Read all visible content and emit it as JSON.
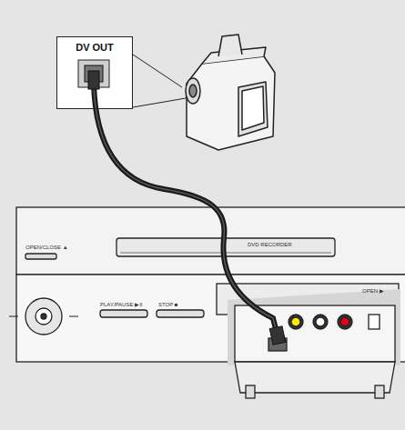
{
  "diagram": {
    "nodes": [
      {
        "text": [
          "DV OUT"
        ]
      }
    ],
    "labels": [
      "OPEN/CLOSE ▲",
      "DVD RECORDER",
      "PLAY/PAUSE ▶II",
      "STOP ■",
      "OPEN ▶"
    ]
  }
}
